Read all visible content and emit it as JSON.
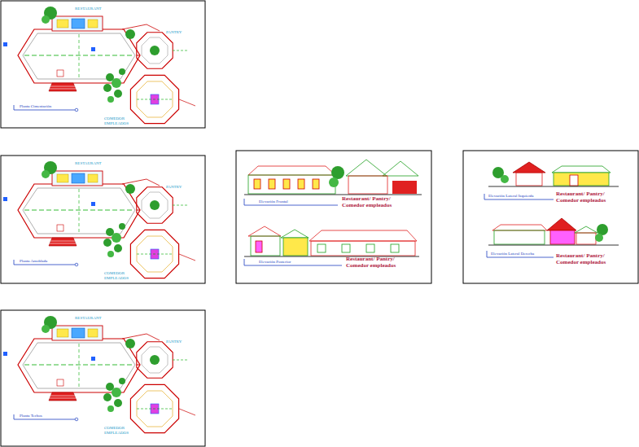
{
  "diagram": {
    "labels": [
      "RESTAURANT",
      "PANTRY",
      "COMEDOR EMPLEADOS",
      "Planta Cimentación",
      "RESTAURANT",
      "PANTRY",
      "COMEDOR EMPLEADOS",
      "Planta Amoblada",
      "Elevación Frontal",
      "Restaurant/ Pantry/ Comedor empleados",
      "Elevación Posterior",
      "Restaurant/ Pantry/ Comedor empleados",
      "Elevación Lateral Izquierda",
      "Restaurant/ Pantry/ Comedor empleados",
      "Elevación Lateral Derecha",
      "Restaurant/ Pantry/ Comedor empleados",
      "RESTAURANT",
      "PANTRY",
      "COMEDOR EMPLEADOS",
      "Planta Techos"
    ]
  }
}
